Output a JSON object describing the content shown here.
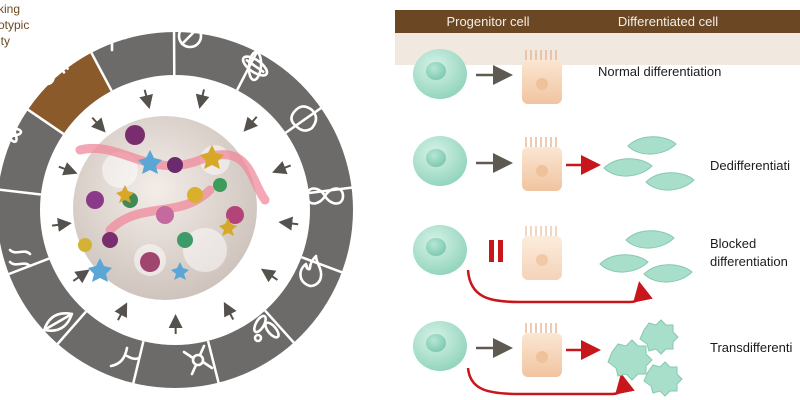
{
  "corner_caption": [
    "king",
    "otypic",
    "ity"
  ],
  "header": {
    "col_progenitor": "Progenitor cell",
    "col_differentiated": "Differentiated cell"
  },
  "rows": [
    {
      "label": [
        "Normal differentiation"
      ],
      "outcome": "normal"
    },
    {
      "label": [
        "Dedifferentiati"
      ],
      "outcome": "dedifferentiation"
    },
    {
      "label": [
        "Blocked",
        "differentiation"
      ],
      "outcome": "blocked"
    },
    {
      "label": [
        "Transdifferenti"
      ],
      "outcome": "transdifferentiation"
    }
  ],
  "wheel_icons": [
    "up-right-arrow-icon",
    "no-entry-icon",
    "dna-helix-icon",
    "tumor-cell-icon",
    "infinity-icon",
    "flame-icon",
    "bacteria-icon",
    "neuron-icon",
    "vessel-branch-icon",
    "leaf-icon",
    "chromosome-icon",
    "atom-icon",
    "key-icon"
  ],
  "highlighted_icon": "key-icon",
  "colors": {
    "ring": "#6d6b69",
    "ring_highlight": "#8b5a2b",
    "header_band": "#6b4724",
    "progenitor_cell": "#a8dfcb",
    "differentiated_cell": "#f6d2b4",
    "red_arrow": "#c8161d",
    "grey_arrow": "#5e5a52"
  }
}
